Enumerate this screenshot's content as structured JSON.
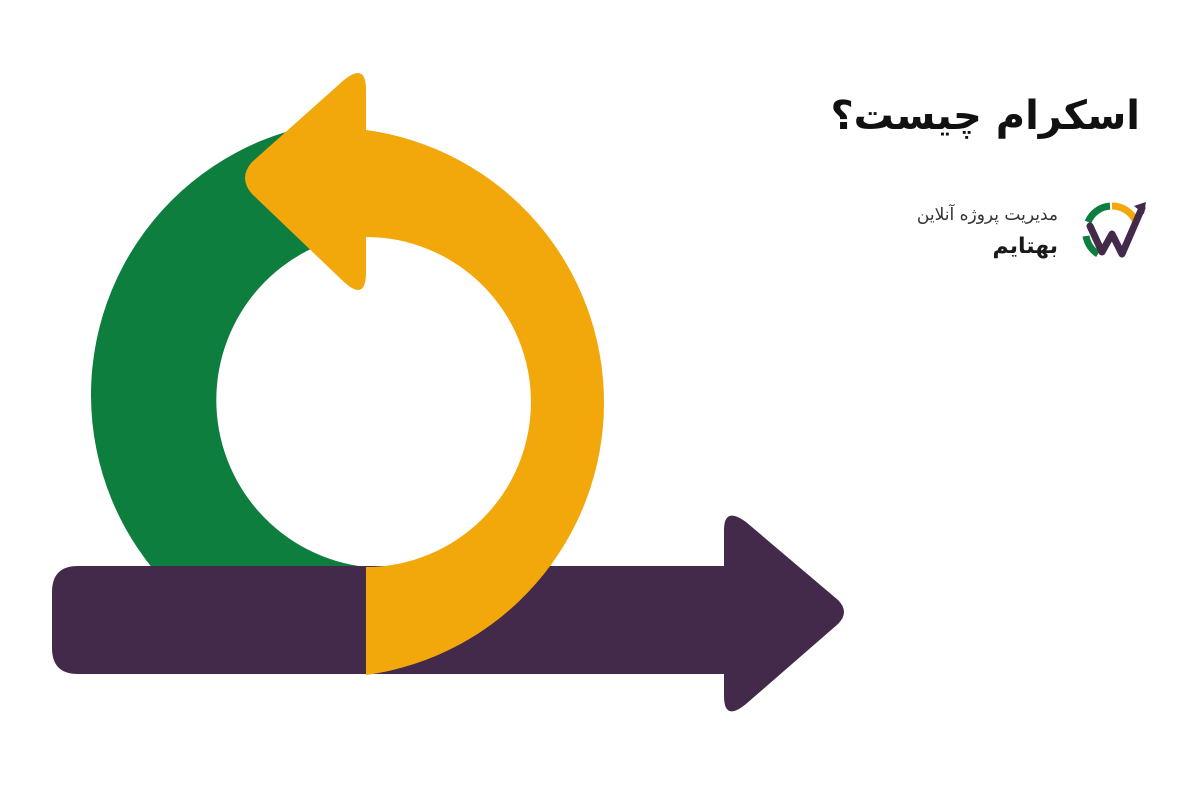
{
  "header": {
    "title": "اسکرام چیست؟"
  },
  "brand": {
    "tagline": "مدیریت پروژه آنلاین",
    "name": "بهتایم",
    "logo_icon": "bahtime-logo-icon"
  },
  "colors": {
    "green": "#0E7E3F",
    "orange": "#F2A70A",
    "purple": "#43294A",
    "text": "#111111",
    "background": "#FFFFFF"
  },
  "illustration": {
    "icon": "agile-sprint-cycle-icon"
  }
}
